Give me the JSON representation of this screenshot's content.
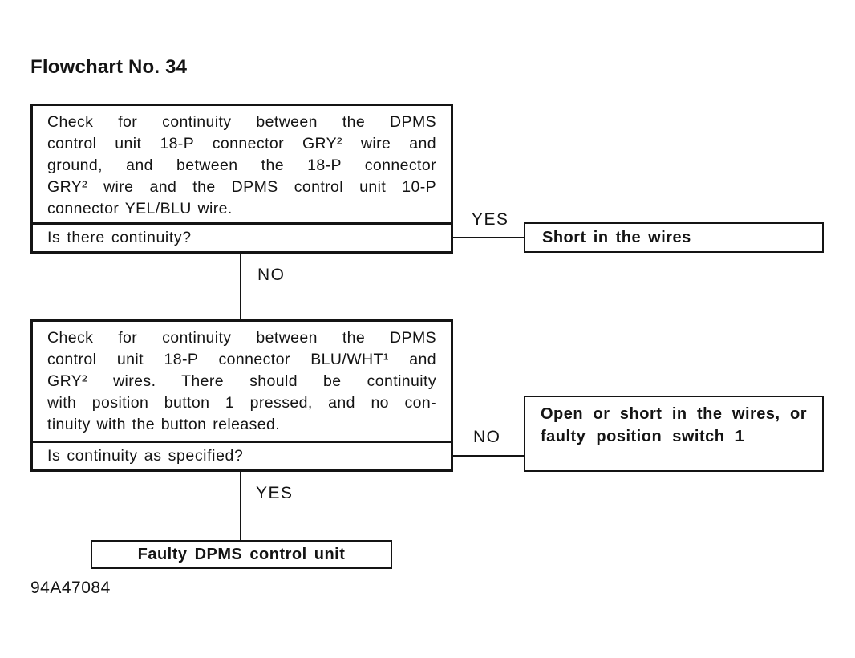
{
  "page": {
    "title": "Flowchart No. 34",
    "figure_code": "94A47084",
    "colors": {
      "ink": "#141414",
      "background": "#ffffff"
    }
  },
  "flowchart": {
    "step1": {
      "statement_lines": [
        "Check for continuity between the DPMS",
        "control unit 18-P connector GRY² wire and",
        "ground, and between the 18-P connector",
        "GRY² wire and the DPMS control unit 10-P",
        "connector YEL/BLU wire."
      ],
      "question": "Is there continuity?",
      "yes_label": "YES",
      "no_label": "NO",
      "yes_result": "Short in the wires"
    },
    "step2": {
      "statement_lines": [
        "Check for continuity between the DPMS",
        "control unit 18-P connector BLU/WHT¹ and",
        "GRY² wires. There should be continuity",
        "with position button 1 pressed, and no con-",
        "tinuity with the button released."
      ],
      "question": "Is continuity as specified?",
      "no_label": "NO",
      "yes_label": "YES",
      "no_result_lines": [
        "Open or short in the wires, or",
        "faulty position switch 1"
      ],
      "yes_result": "Faulty DPMS control unit"
    }
  }
}
